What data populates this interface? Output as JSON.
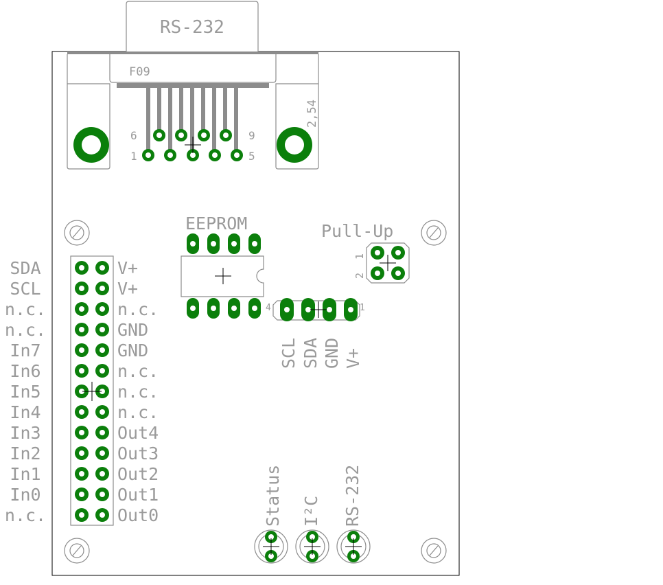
{
  "connector": {
    "label": "RS-232",
    "part": "F09",
    "pitch": "2,54",
    "pin_labels": {
      "top_left": "6",
      "top_right": "9",
      "bottom_left": "1",
      "bottom_right": "5"
    }
  },
  "eeprom": {
    "label": "EEPROM"
  },
  "pullup": {
    "label": "Pull-Up",
    "pin1": "1",
    "pin2": "2"
  },
  "i2c_header": {
    "pin_left": "4",
    "pin_right": "1",
    "signals": [
      "SCL",
      "SDA",
      "GND",
      "V+"
    ]
  },
  "main_header": {
    "left": [
      "SDA",
      "SCL",
      "n.c.",
      "n.c.",
      "In7",
      "In6",
      "In5",
      "In4",
      "In3",
      "In2",
      "In1",
      "In0",
      "n.c."
    ],
    "right": [
      "V+",
      "V+",
      "n.c.",
      "GND",
      "GND",
      "n.c.",
      "n.c.",
      "n.c.",
      "Out4",
      "Out3",
      "Out2",
      "Out1",
      "Out0"
    ]
  },
  "leds": {
    "status": "Status",
    "i2c": "I²C",
    "rs232": "RS-232"
  },
  "colors": {
    "copper": "#0b7f0b",
    "outline": "#8c8c8c",
    "board": "#000000",
    "text": "#9a9a9a"
  }
}
